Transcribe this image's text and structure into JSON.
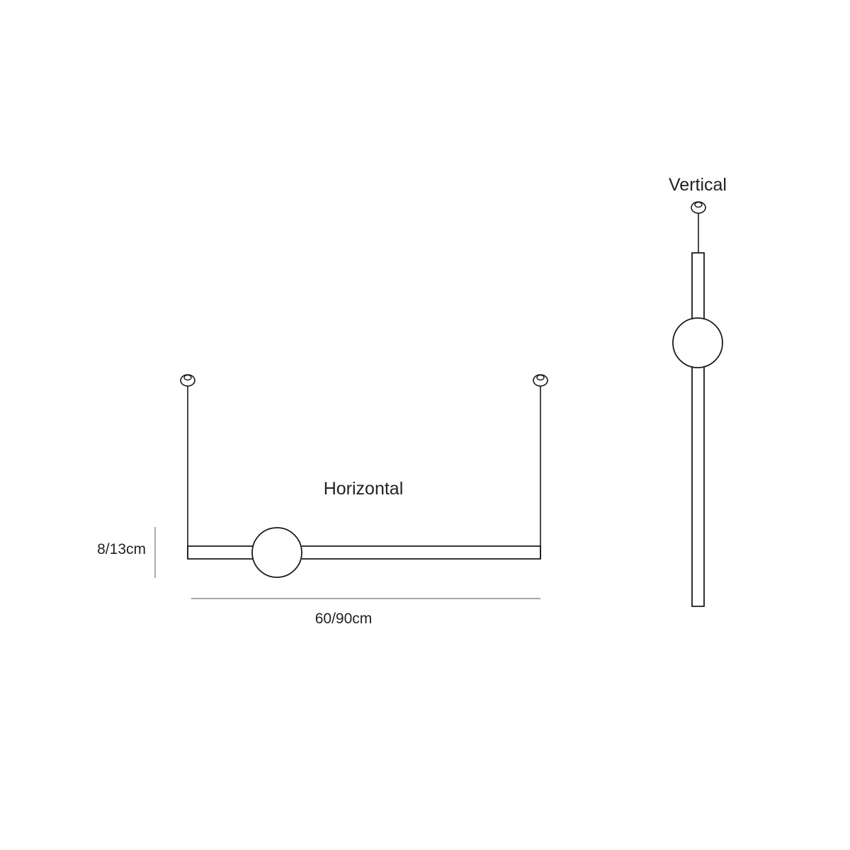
{
  "labels": {
    "horizontal": "Horizontal",
    "vertical": "Vertical",
    "width_dimension": "60/90cm",
    "height_dimension": "8/13cm"
  },
  "colors": {
    "line": "#1a1a1a",
    "dimension_line": "#8a8a8a",
    "background": "#ffffff"
  }
}
